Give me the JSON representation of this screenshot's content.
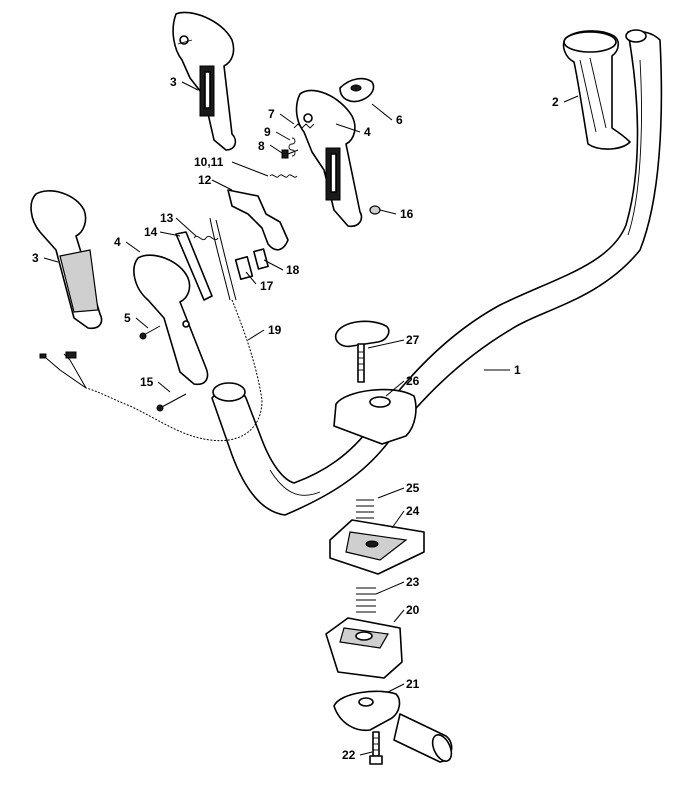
{
  "colors": {
    "line": "#000000",
    "background": "#ffffff",
    "shade": "#cfcfcf"
  },
  "callouts": [
    {
      "id": "c1",
      "label": "1"
    },
    {
      "id": "c2",
      "label": "2"
    },
    {
      "id": "c3a",
      "label": "3"
    },
    {
      "id": "c3b",
      "label": "3"
    },
    {
      "id": "c4a",
      "label": "4"
    },
    {
      "id": "c4b",
      "label": "4"
    },
    {
      "id": "c5",
      "label": "5"
    },
    {
      "id": "c6",
      "label": "6"
    },
    {
      "id": "c7",
      "label": "7"
    },
    {
      "id": "c8",
      "label": "8"
    },
    {
      "id": "c9",
      "label": "9"
    },
    {
      "id": "c1011",
      "label": "10,11"
    },
    {
      "id": "c12",
      "label": "12"
    },
    {
      "id": "c13",
      "label": "13"
    },
    {
      "id": "c14",
      "label": "14"
    },
    {
      "id": "c15",
      "label": "15"
    },
    {
      "id": "c16",
      "label": "16"
    },
    {
      "id": "c17",
      "label": "17"
    },
    {
      "id": "c18",
      "label": "18"
    },
    {
      "id": "c19",
      "label": "19"
    },
    {
      "id": "c20",
      "label": "20"
    },
    {
      "id": "c21",
      "label": "21"
    },
    {
      "id": "c22",
      "label": "22"
    },
    {
      "id": "c23",
      "label": "23"
    },
    {
      "id": "c24",
      "label": "24"
    },
    {
      "id": "c25",
      "label": "25"
    },
    {
      "id": "c26",
      "label": "26"
    },
    {
      "id": "c27",
      "label": "27"
    }
  ]
}
